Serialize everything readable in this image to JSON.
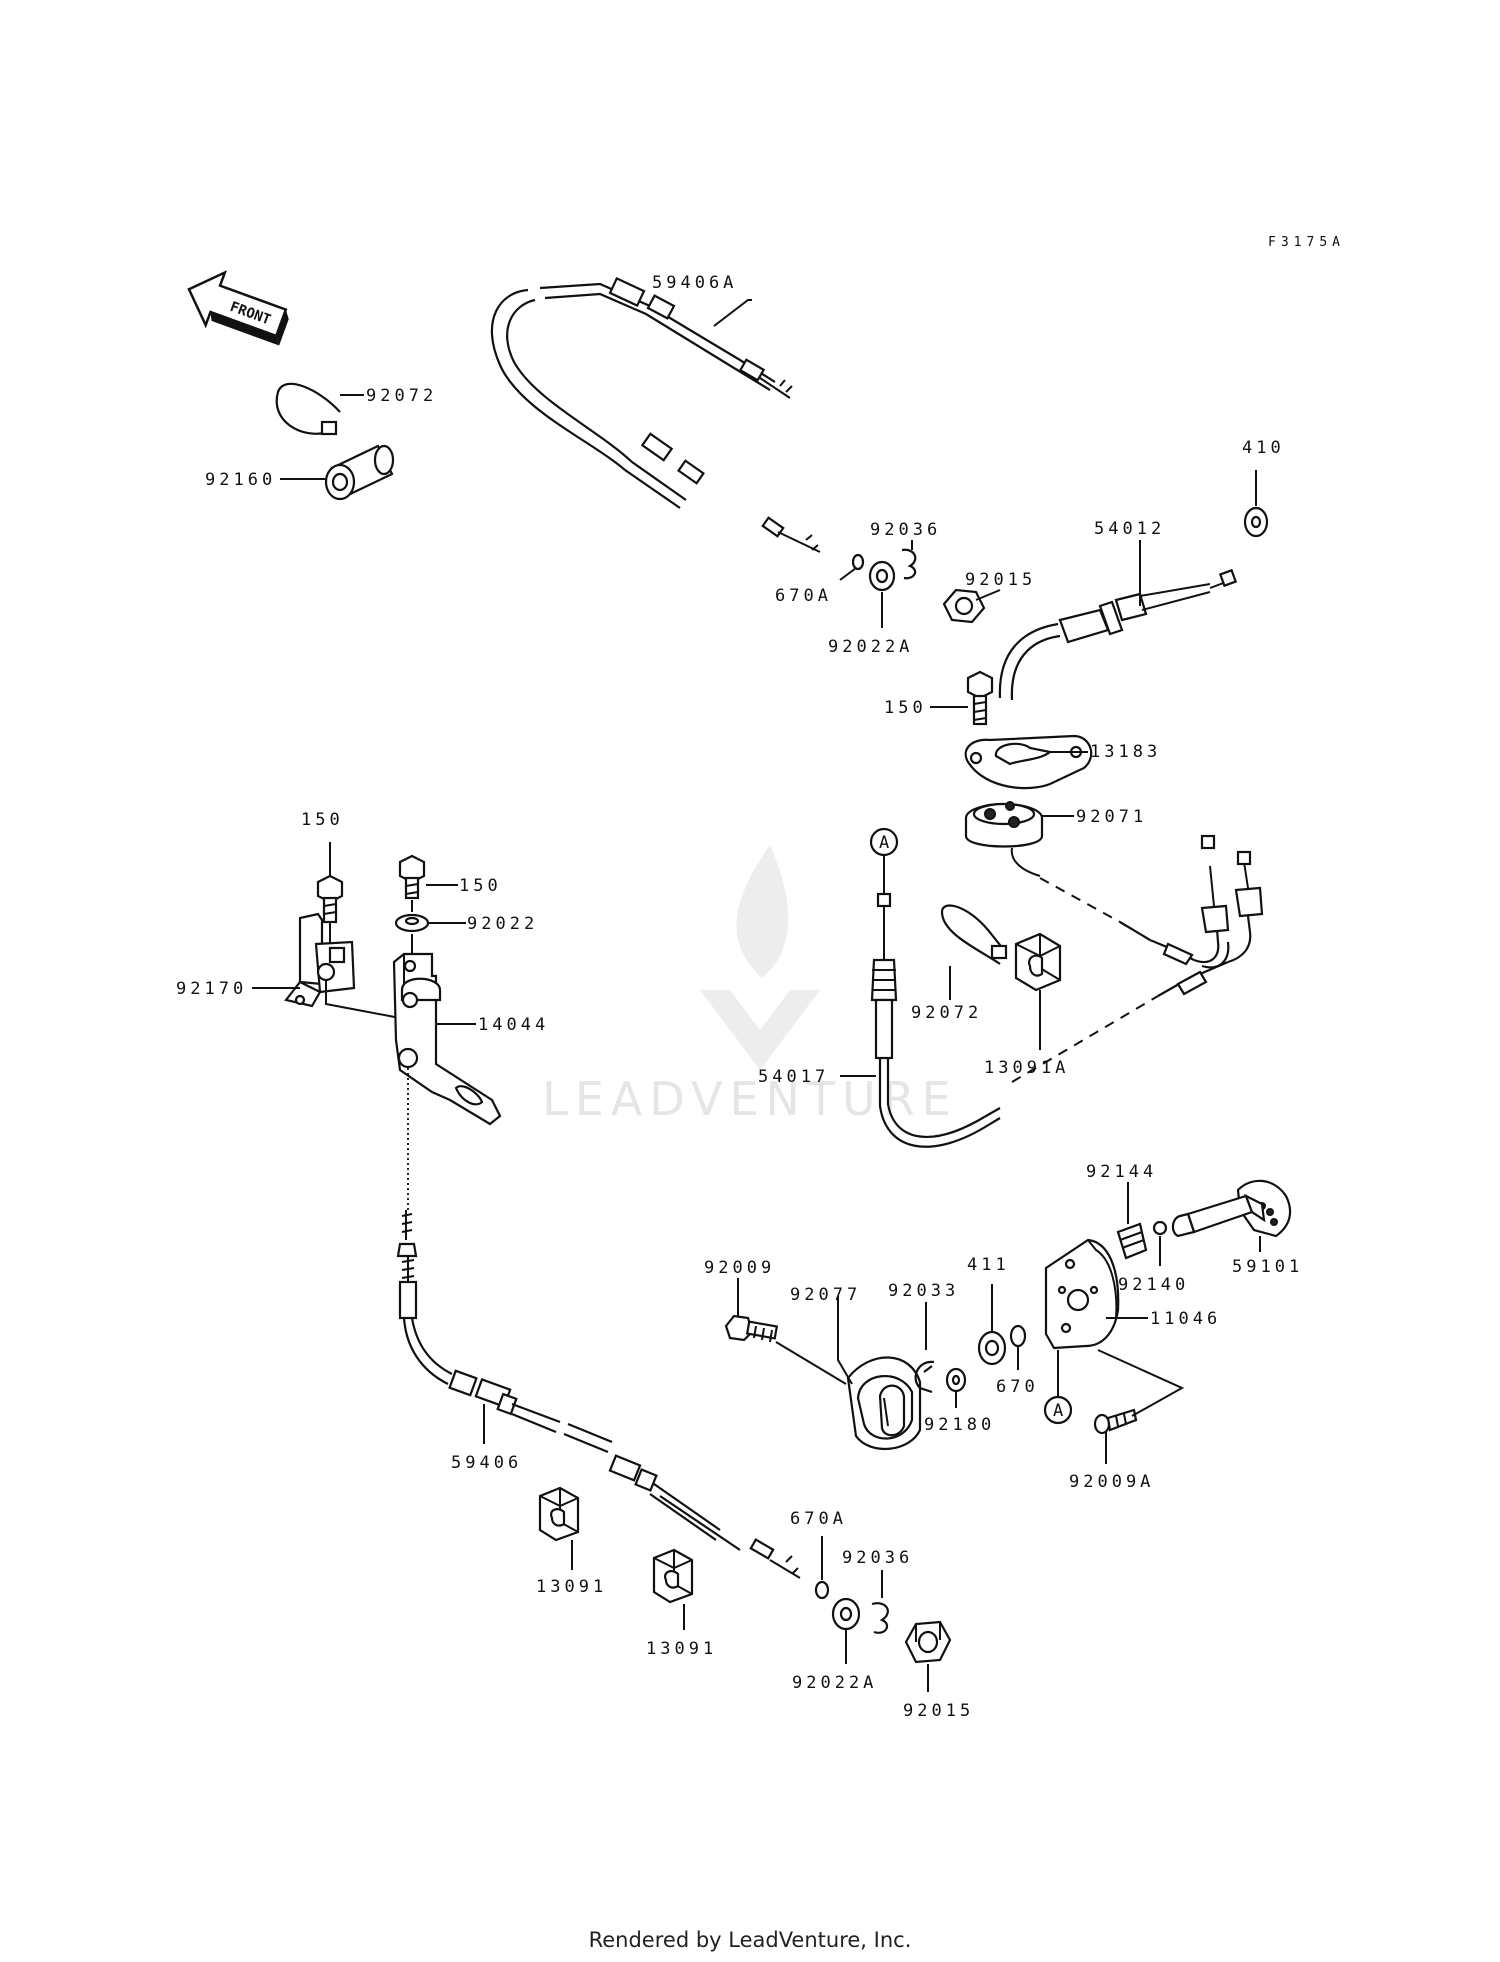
{
  "diagram_code": "F3175A",
  "front_label": "FRONT",
  "ref_marker": "A",
  "watermark": "LEADVENTURE",
  "footer": "Rendered by LeadVenture, Inc.",
  "parts": {
    "p59406A": "59406A",
    "p92072_top": "92072",
    "p92160": "92160",
    "p92036_top": "92036",
    "p670A_top": "670A",
    "p92022A_top": "92022A",
    "p92015_top": "92015",
    "p410": "410",
    "p54012": "54012",
    "p150_top": "150",
    "p13183": "13183",
    "p92071": "92071",
    "p150_left": "150",
    "p150_mid": "150",
    "p92022": "92022",
    "p92170": "92170",
    "p14044": "14044",
    "p92072_mid": "92072",
    "p13091A": "13091A",
    "p54017": "54017",
    "p92144": "92144",
    "p59101": "59101",
    "p92140": "92140",
    "p411": "411",
    "p11046": "11046",
    "p92009": "92009",
    "p92077": "92077",
    "p92033": "92033",
    "p670": "670",
    "p92180": "92180",
    "p92009A": "92009A",
    "p59406": "59406",
    "p670A_bot": "670A",
    "p92036_bot": "92036",
    "p13091_a": "13091",
    "p13091_b": "13091",
    "p92022A_bot": "92022A",
    "p92015_bot": "92015"
  }
}
